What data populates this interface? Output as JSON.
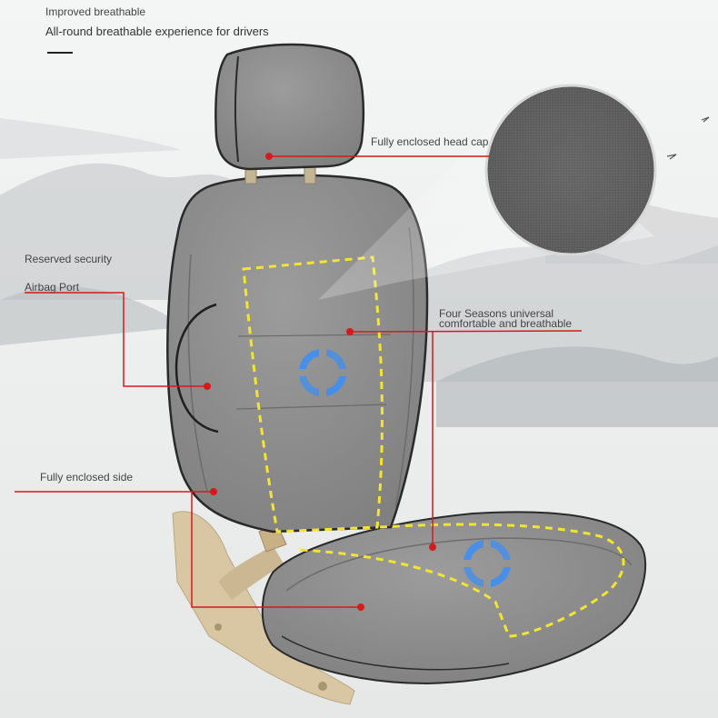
{
  "heading": {
    "line1": "Improved breathable",
    "line2": "All-round breathable experience for drivers"
  },
  "callouts": {
    "head_cap": "Fully enclosed head cap",
    "reserved_security": "Reserved security",
    "airbag_port": "Airbag Port",
    "four_seasons_line1": "Four Seasons universal",
    "four_seasons_line2": "comfortable and breathable",
    "enclosed_side": "Fully enclosed side"
  },
  "colors": {
    "background": "#eef0f0",
    "fabric": "#8f8f8f",
    "leader_line": "#d31b1b",
    "dashed_outline": "#f2e531",
    "airflow_arrows": "#3f8ff0",
    "bracket": "#d9c7a4"
  }
}
